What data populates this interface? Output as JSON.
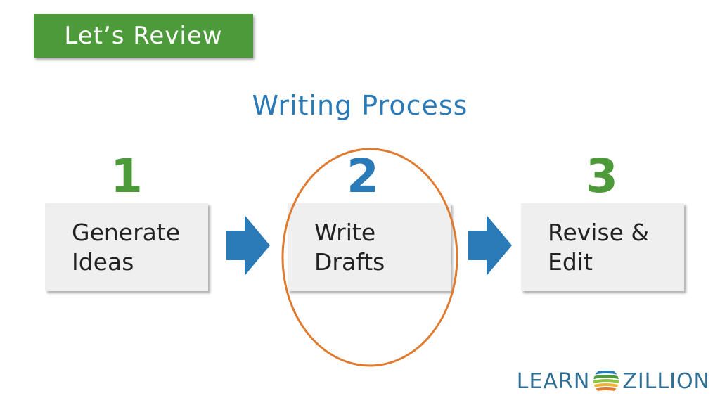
{
  "header": {
    "badge_label": "Let’s Review"
  },
  "diagram": {
    "title": "Writing Process",
    "steps": [
      {
        "number": "1",
        "label": "Generate Ideas",
        "number_color": "#4c9a3a"
      },
      {
        "number": "2",
        "label": "Write Drafts",
        "number_color": "#2a7ab8",
        "highlighted": true
      },
      {
        "number": "3",
        "label": "Revise & Edit",
        "number_color": "#4c9a3a"
      }
    ]
  },
  "colors": {
    "badge_green": "#4c9a3a",
    "title_blue": "#2a7ab8",
    "arrow_blue": "#2a7ab8",
    "highlight_orange": "#e07a2e",
    "box_gray": "#efefef"
  },
  "logo": {
    "left_text": "LEARN",
    "right_text": "ZILLION",
    "left_color": "#2f6f95",
    "right_color": "#2f6f95",
    "icon": "learnzillion-stripes-icon"
  }
}
